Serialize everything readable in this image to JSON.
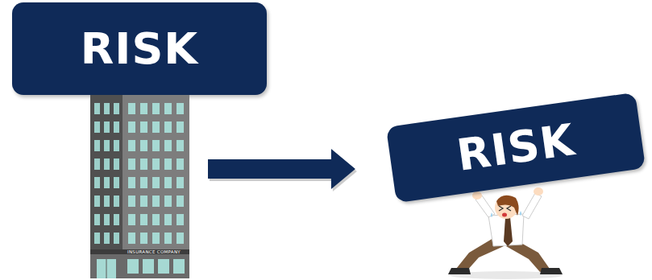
{
  "diagram": {
    "nodes": [
      {
        "text": [
          "RISK"
        ]
      },
      {
        "text": [
          "INSURANCE COMPANY"
        ]
      },
      {
        "text": [
          "RISK"
        ]
      }
    ],
    "edges": [
      {
        "from": 1,
        "to": 2,
        "arrow": "to"
      }
    ]
  }
}
